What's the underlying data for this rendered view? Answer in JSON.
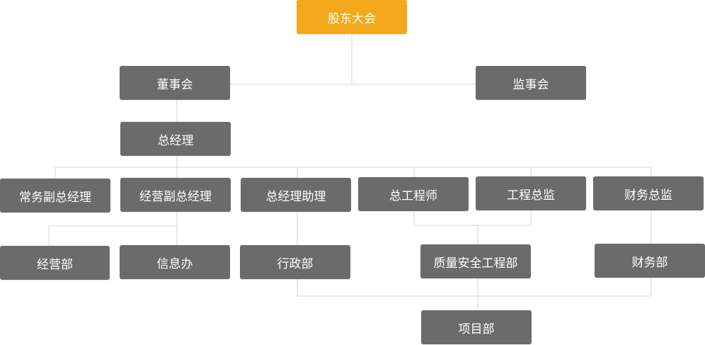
{
  "colors": {
    "root": "#f3a81b",
    "node": "#6b6b6c",
    "line": "#d6d6d6",
    "text": "#ffffff"
  },
  "nodes": {
    "shareholders_meeting": "股东大会",
    "board_of_directors": "董事会",
    "supervisory_board": "监事会",
    "general_manager": "总经理",
    "executive_deputy_gm": "常务副总经理",
    "operations_deputy_gm": "经营副总经理",
    "gm_assistant": "总经理助理",
    "chief_engineer": "总工程师",
    "engineering_director": "工程总监",
    "finance_director": "财务总监",
    "operations_dept": "经营部",
    "information_office": "信息办",
    "administration_dept": "行政部",
    "quality_safety_dept": "质量安全工程部",
    "finance_dept": "财务部",
    "project_dept": "项目部"
  }
}
